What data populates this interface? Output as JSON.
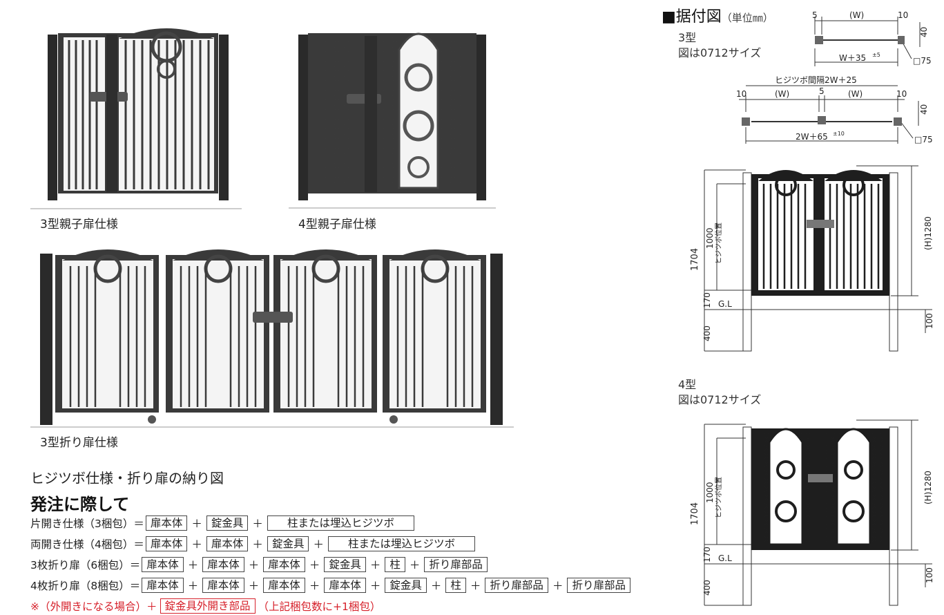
{
  "photos": {
    "gate1_caption": "3型親子扉仕様",
    "gate2_caption": "4型親子扉仕様",
    "gate3_caption": "3型折り扉仕様"
  },
  "section_title": "ヒジツボ仕様・折り扉の納り図",
  "order": {
    "title": "発注に際して",
    "rows": [
      {
        "label": "片開き仕様（3梱包）＝",
        "items": [
          "扉本体",
          "錠金具",
          "柱または埋込ヒジツボ"
        ]
      },
      {
        "label": "両開き仕様（4梱包）＝",
        "items": [
          "扉本体",
          "扉本体",
          "錠金具",
          "柱または埋込ヒジツボ"
        ]
      },
      {
        "label": "3枚折り扉（6梱包）＝",
        "items": [
          "扉本体",
          "扉本体",
          "扉本体",
          "錠金具",
          "柱",
          "折り扉部品"
        ]
      },
      {
        "label": "4枚折り扉（8梱包）＝",
        "items": [
          "扉本体",
          "扉本体",
          "扉本体",
          "扉本体",
          "錠金具",
          "柱",
          "折り扉部品",
          "折り扉部品"
        ]
      }
    ],
    "plus": "＋",
    "note_prefix": "※（外開きになる場合）＋",
    "note_box": "錠金具外開き部品",
    "note_suffix": "（上記梱包数に+1梱包）"
  },
  "install": {
    "header": "■据付図",
    "unit": "（単位㎜）",
    "type3_label": "3型",
    "type3_size": "図は0712サイズ",
    "type4_label": "4型",
    "type4_size": "図は0712サイズ",
    "plan1": {
      "d5": "5",
      "w": "(W)",
      "d10": "10",
      "d40": "40",
      "total": "W＋35",
      "tol": "±5",
      "post": "□75"
    },
    "plan2": {
      "pitch": "ヒジツボ間隔2W＋25",
      "d10a": "10",
      "w1": "(W)",
      "d5": "5",
      "w2": "(W)",
      "d10b": "10",
      "d40": "40",
      "total": "2W＋65",
      "tol": "±10",
      "post": "□75"
    },
    "elev": {
      "total_h": "1704",
      "hinge": "1000",
      "hinge_label": "ヒジツボ位置",
      "base": "170",
      "gl": "G.L",
      "embed": "400",
      "gate_h": "(H)1280",
      "right_embed": "100"
    }
  }
}
